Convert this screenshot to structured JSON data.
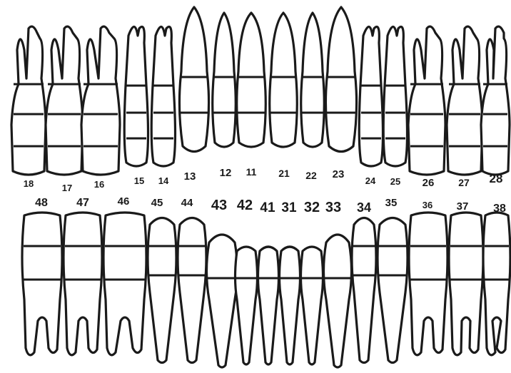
{
  "upper_arch": {
    "teeth": [
      {
        "number": "18",
        "kind": "molar"
      },
      {
        "number": "17",
        "kind": "molar"
      },
      {
        "number": "16",
        "kind": "molar"
      },
      {
        "number": "15",
        "kind": "premolar"
      },
      {
        "number": "14",
        "kind": "premolar"
      },
      {
        "number": "13",
        "kind": "canine"
      },
      {
        "number": "12",
        "kind": "incisor"
      },
      {
        "number": "11",
        "kind": "incisor"
      },
      {
        "number": "21",
        "kind": "incisor"
      },
      {
        "number": "22",
        "kind": "incisor"
      },
      {
        "number": "23",
        "kind": "canine"
      },
      {
        "number": "24",
        "kind": "premolar"
      },
      {
        "number": "25",
        "kind": "premolar"
      },
      {
        "number": "26",
        "kind": "molar"
      },
      {
        "number": "27",
        "kind": "molar"
      },
      {
        "number": "28",
        "kind": "molar"
      }
    ]
  },
  "lower_arch": {
    "teeth": [
      {
        "number": "48",
        "kind": "molar"
      },
      {
        "number": "47",
        "kind": "molar"
      },
      {
        "number": "46",
        "kind": "molar"
      },
      {
        "number": "45",
        "kind": "premolar"
      },
      {
        "number": "44",
        "kind": "premolar"
      },
      {
        "number": "43",
        "kind": "canine"
      },
      {
        "number": "42",
        "kind": "incisor"
      },
      {
        "number": "41",
        "kind": "incisor"
      },
      {
        "number": "31",
        "kind": "incisor"
      },
      {
        "number": "32",
        "kind": "incisor"
      },
      {
        "number": "33",
        "kind": "canine"
      },
      {
        "number": "34",
        "kind": "premolar"
      },
      {
        "number": "35",
        "kind": "premolar"
      },
      {
        "number": "36",
        "kind": "molar"
      },
      {
        "number": "37",
        "kind": "molar"
      },
      {
        "number": "38",
        "kind": "molar"
      }
    ]
  },
  "colors": {
    "outline": "#1a1a1a",
    "background": "#ffffff"
  }
}
